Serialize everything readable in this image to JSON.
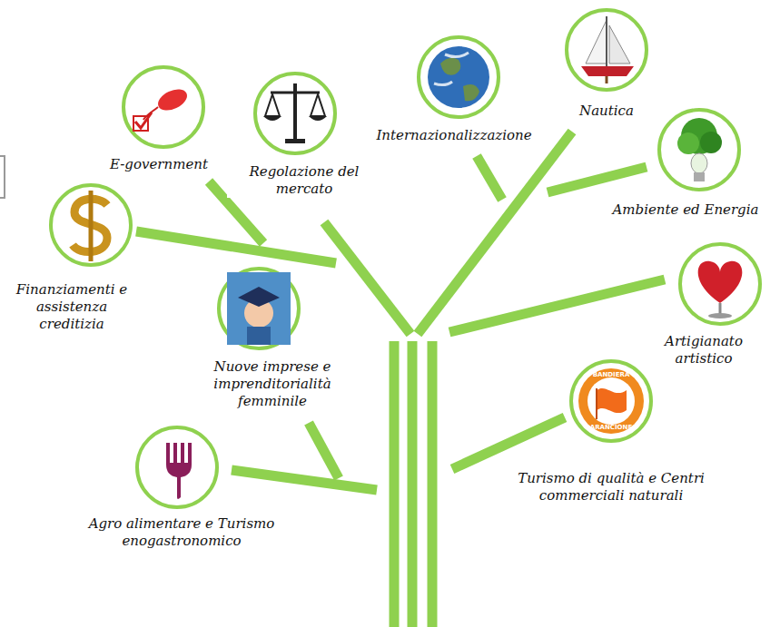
{
  "diagram": {
    "nodes": [
      {
        "text": [
          "E-government"
        ]
      },
      {
        "text": [
          "Regolazione del mercato"
        ]
      },
      {
        "text": [
          "Internazionalizzazione"
        ]
      },
      {
        "text": [
          "Nautica"
        ]
      },
      {
        "text": [
          "Ambiente ed Energia"
        ]
      },
      {
        "text": [
          "Finanziamenti e assistenza creditizia"
        ]
      },
      {
        "text": [
          "Artigianato artistico"
        ]
      },
      {
        "text": [
          "Nuove imprese e imprenditorialità femminile"
        ]
      },
      {
        "text": [
          "Turismo di qualità e Centri commerciali naturali"
        ]
      },
      {
        "text": [
          "Agro alimentare e Turismo enogastronomico"
        ]
      }
    ],
    "labels": [
      "BANDIERA",
      "ARANCIONE"
    ]
  }
}
